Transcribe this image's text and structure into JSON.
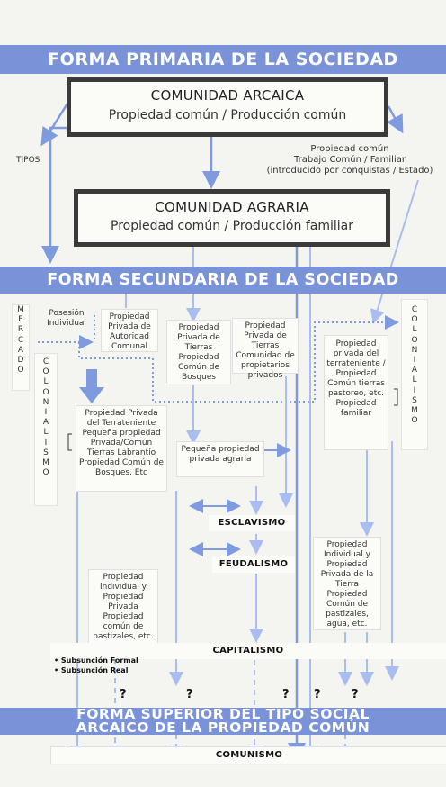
{
  "banners": {
    "primary": "FORMA PRIMARIA DE LA SOCIEDAD",
    "secondary": "FORMA SECUNDARIA DE LA SOCIEDAD",
    "superior_line1": "FORMA SUPERIOR DEL TIPO SOCIAL",
    "superior_line2": "ARCAICO DE LA PROPIEDAD COMÚN"
  },
  "comunidad_arcaica": {
    "title": "COMUNIDAD ARCAICA",
    "subtitle": "Propiedad común / Producción común"
  },
  "comunidad_agraria": {
    "title": "COMUNIDAD AGRARIA",
    "subtitle": "Propiedad común / Producción familiar"
  },
  "tipos": "TIPOS",
  "right_note": [
    "Propiedad común",
    "Trabajo Común / Familiar",
    "(introducido por conquistas / Estado)"
  ],
  "mercado": "M\nE\nR\nC\nA\nD\nO",
  "colonialismo": "C\nO\nL\nO\nN\nI\nA\nL\nI\nS\nM\nO",
  "boxes": {
    "posesion": "Posesión Individual",
    "autoridad": "Propiedad Privada de Autoridad Comunal",
    "tierras_bosques": "Propiedad Privada de Tierras Propiedad Común de Bosques",
    "tierras_comunidad": "Propiedad Privada de Tierras Comunidad de propietarios privados",
    "terrateniente_right": "Propiedad privada del terrateniente / Propiedad Común tierras pastoreo, etc. Propiedad familiar",
    "terrateniente_left": "Propiedad Privada del Terrateniente Pequeña propiedad Privada/Común Tierras Labrantío Propiedad Común de Bosques. Etc",
    "pequena": "Pequeña propiedad privada agraria",
    "individual_right": "Propiedad Individual y Propiedad Privada de la Tierra Propiedad Común de pastizales, agua, etc.",
    "individual_left": "Propiedad Individual y Propiedad Privada Propiedad común de pastizales, etc."
  },
  "stages": {
    "esclavismo": "ESCLAVISMO",
    "feudalismo": "FEUDALISMO",
    "capitalismo": "CAPITALISMO",
    "comunismo": "COMUNISMO"
  },
  "subsuncion": [
    "Subsunción Formal",
    "Subsunción Real"
  ],
  "question_mark": "?",
  "colors": {
    "banner": "#7a92d8",
    "arrow": "#7f9be0",
    "arrow_light": "#a9bdf0",
    "box_border": "#3a3a3a"
  }
}
